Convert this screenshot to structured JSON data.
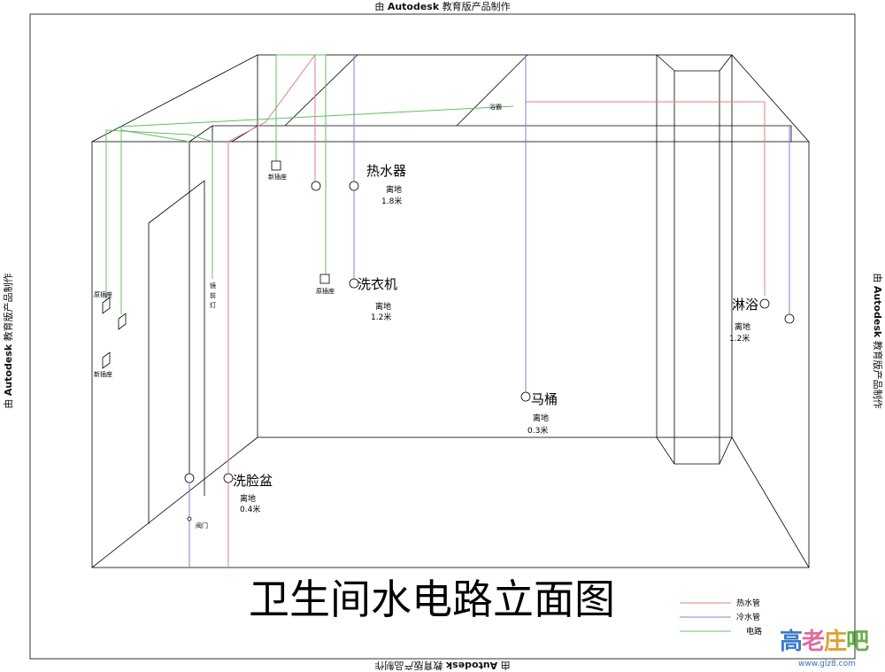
{
  "watermark": {
    "prefix": "由",
    "brand": "Autodesk",
    "suffix": "教育版产品制作"
  },
  "title": "卫生间水电路立面图",
  "legend": [
    {
      "label": "热水管",
      "color": "#e08080"
    },
    {
      "label": "冷水管",
      "color": "#8080d0"
    },
    {
      "label": "电路",
      "color": "#60c060"
    }
  ],
  "fixtures": {
    "water_heater": {
      "name": "热水器",
      "height_label": "离地",
      "height_value": "1.8米"
    },
    "washing_machine": {
      "name": "洗衣机",
      "height_label": "离地",
      "height_value": "1.2米"
    },
    "shower": {
      "name": "淋浴",
      "height_label": "离地",
      "height_value": "1.2米"
    },
    "toilet": {
      "name": "马桶",
      "height_label": "离地",
      "height_value": "0.3米"
    },
    "washbasin": {
      "name": "洗脸盆",
      "height_label": "离地",
      "height_value": "0.4米"
    }
  },
  "labels": {
    "new_socket": "新插座",
    "old_socket": "原插座",
    "mirror_light": [
      "镜",
      "前",
      "灯"
    ],
    "valve": "阀门",
    "bath_heater": "浴霸"
  },
  "colors": {
    "hot": "#e08080",
    "cold": "#8080d0",
    "electric": "#60c060",
    "wall": "#000000"
  },
  "logo": {
    "chars": [
      "高",
      "老",
      "庄",
      "吧"
    ],
    "url": "www.glz8.com"
  }
}
